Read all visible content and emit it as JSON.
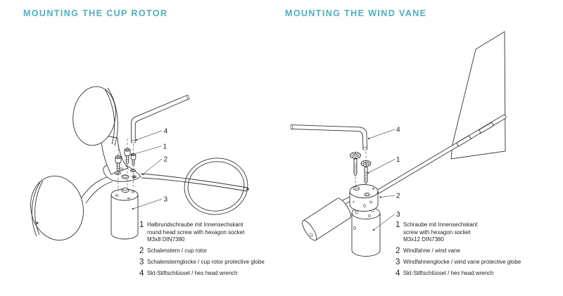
{
  "page": {
    "background": "#ffffff",
    "accent_color": "#4fafbc",
    "text_color": "#222222",
    "line_color": "#333333"
  },
  "left_panel": {
    "title": "MOUNTING THE CUP ROTOR",
    "callouts": [
      "1",
      "2",
      "3",
      "4"
    ],
    "legend": [
      {
        "num": "1",
        "lines": [
          "Halbrundschraube mit Innensechskant",
          "round head screw with hexagon socket",
          "M3x8 DIN7380"
        ]
      },
      {
        "num": "2",
        "lines": [
          "Schalenstern / cup rotor"
        ]
      },
      {
        "num": "3",
        "lines": [
          "Schalensternglocke / cup rotor protective globe"
        ]
      },
      {
        "num": "4",
        "lines": [
          "Skt-Stiftschlüssel / hex head wrench"
        ]
      }
    ]
  },
  "right_panel": {
    "title": "MOUNTING THE WIND VANE",
    "callouts": [
      "1",
      "2",
      "3",
      "4"
    ],
    "legend": [
      {
        "num": "1",
        "lines": [
          "Schraube mit Innensechskant",
          "screw with hexagon socket",
          "M3x12 DIN7380"
        ]
      },
      {
        "num": "2",
        "lines": [
          "Windfahne / wind vane"
        ]
      },
      {
        "num": "3",
        "lines": [
          "Windfahnenglocke / wind vane protective globe"
        ]
      },
      {
        "num": "4",
        "lines": [
          "Skt-Stiftschlüssel / hex head wrench"
        ]
      }
    ]
  }
}
